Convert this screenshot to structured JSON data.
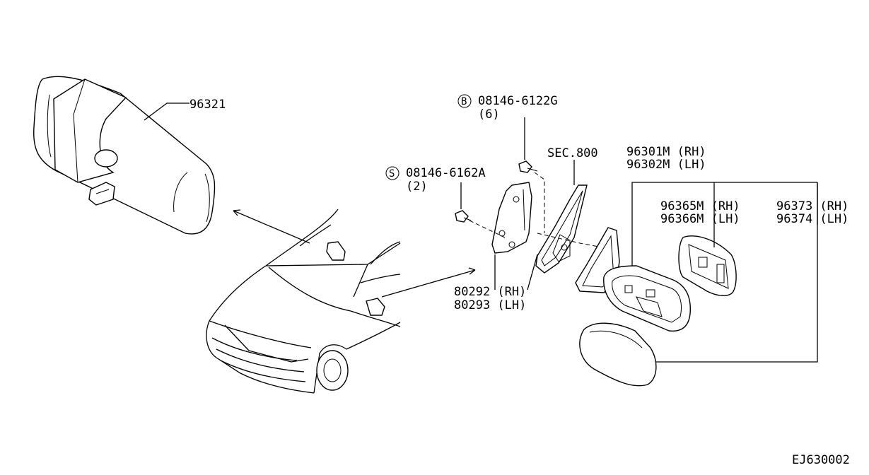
{
  "labels": {
    "inner_mirror": "96321",
    "bolt_b_code": "08146-6122G",
    "bolt_b_qty": "(6)",
    "bolt_b_symbol": "B",
    "bolt_s_code": "08146-6162A",
    "bolt_s_qty": "(2)",
    "bolt_s_symbol": "S",
    "sec_ref": "SEC.800",
    "door_mirror_rh": "96301M (RH)",
    "door_mirror_lh": "96302M (LH)",
    "glass_rh": "96365M (RH)",
    "glass_lh": "96366M (LH)",
    "cover_rh": "96373 (RH)",
    "cover_lh": "96374 (LH)",
    "finisher_rh": "80292 (RH)",
    "finisher_lh": "80293 (LH)",
    "diagram_code": "EJ630002"
  }
}
